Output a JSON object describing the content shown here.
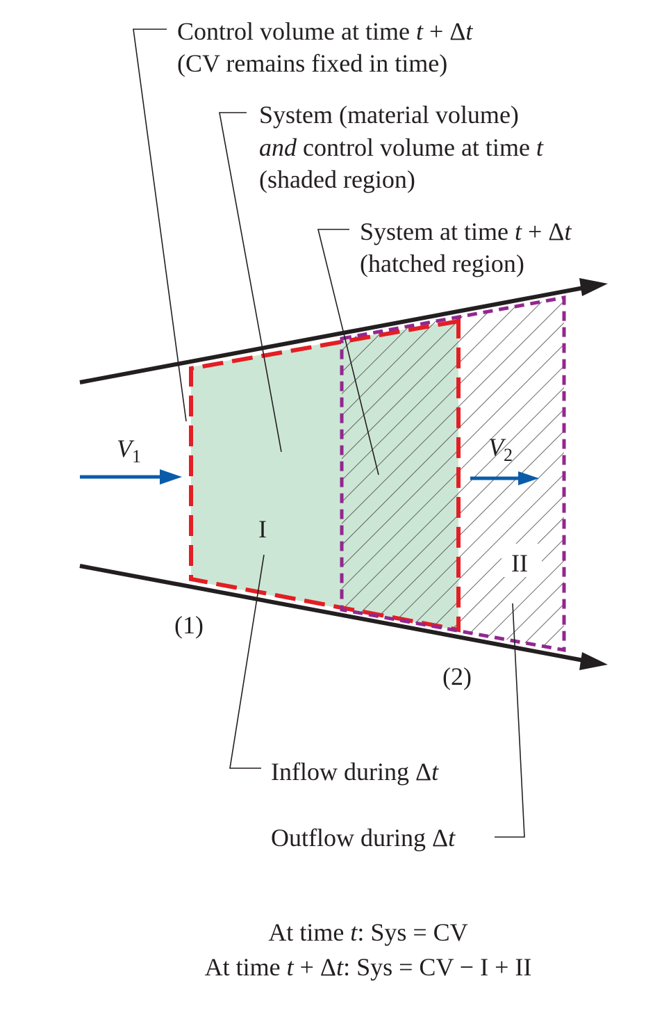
{
  "labels": {
    "cv_line1_text": "Control volume at time ",
    "cv_line1_t": "t",
    "cv_line1_plus": " + Δ",
    "cv_line1_t2": "t",
    "cv_line2": "(CV remains fixed in time)",
    "sys_line1": "System (material volume)",
    "sys_line2_and": "and",
    "sys_line2_rest": " control volume at time ",
    "sys_line2_t": "t",
    "sys_line3": "(shaded region)",
    "hatch_line1_text": "System at time ",
    "hatch_line1_t": "t",
    "hatch_line1_plus": " + Δ",
    "hatch_line1_t2": "t",
    "hatch_line2": "(hatched region)",
    "v1_letter": "V",
    "v1_sub": "1",
    "v2_letter": "V",
    "v2_sub": "2",
    "region_I": "I",
    "region_II": "II",
    "section_1": "(1)",
    "section_2": "(2)",
    "inflow_text": "Inflow during Δ",
    "inflow_t": "t",
    "outflow_text": "Outflow during Δ",
    "outflow_t": "t"
  },
  "equations": {
    "eq1_prefix": "At time ",
    "eq1_t": "t",
    "eq1_rest": ": Sys = CV",
    "eq2_prefix": "At time ",
    "eq2_t": "t",
    "eq2_mid": " + Δ",
    "eq2_t2": "t",
    "eq2_rest": ": Sys = CV − I + II"
  },
  "colors": {
    "shaded_region": "#cce6d5",
    "control_volume_dash": "#e31e24",
    "system_dash": "#92278f",
    "velocity_arrow": "#0a5ca8",
    "wall": "#231f20",
    "hatch": "#444444"
  }
}
